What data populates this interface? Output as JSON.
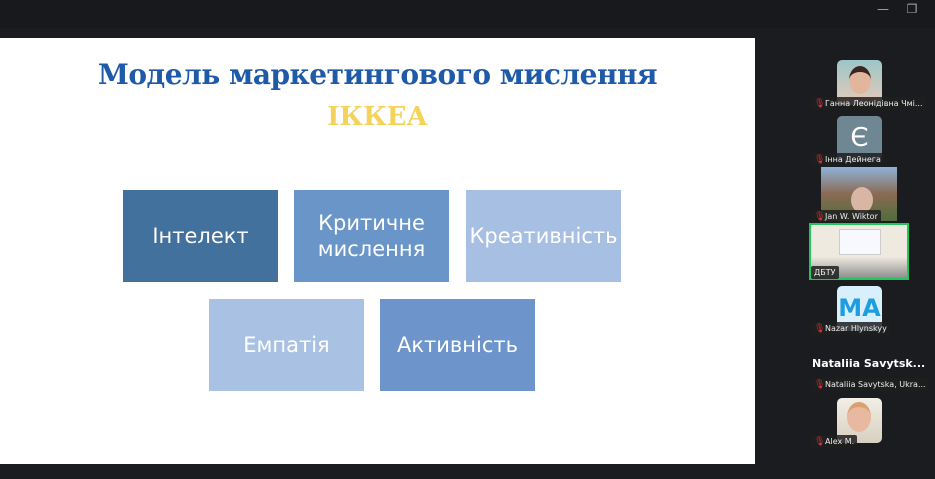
{
  "window": {
    "minimize_icon": "minimize-icon",
    "restore_icon": "restore-icon"
  },
  "slide": {
    "title": "Модель маркетингового мислення",
    "subtitle": "ІККЕА",
    "boxes": [
      {
        "label": "Інтелект",
        "color": "#41719c"
      },
      {
        "label": "Критичне мислення",
        "color": "#6a95c9"
      },
      {
        "label": "Креативність",
        "color": "#a6bfe2"
      },
      {
        "label": "Емпатія",
        "color": "#a9c1e3"
      },
      {
        "label": "Активність",
        "color": "#6e95cb"
      }
    ]
  },
  "participants": [
    {
      "name": "Ганна Леонідівна Чмі...",
      "muted": true
    },
    {
      "name": "Інна Дейнега",
      "muted": true,
      "initial": "Є"
    },
    {
      "name": "Jan W. Wiktor",
      "muted": true
    },
    {
      "name": "ДБТУ",
      "muted": false,
      "active_speaker": true
    },
    {
      "name": "Nazar Hlynskyy",
      "muted": true,
      "initial": "MA"
    },
    {
      "name": "Nataliia Savytska, Ukra...",
      "muted": true,
      "display": "Nataliia  Savytsk..."
    },
    {
      "name": "Alex M.",
      "muted": true
    }
  ],
  "colors": {
    "active_border": "#22c55e",
    "muted_mic": "#e0303a"
  }
}
